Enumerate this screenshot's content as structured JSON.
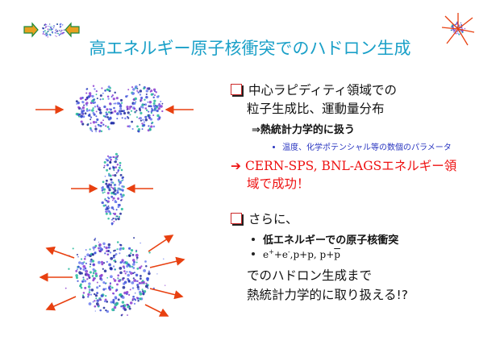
{
  "slide": {
    "title": "高エネルギー原子核衝突でのハドロン生成",
    "bullets": {
      "b1_line1": "中心ラピディティ領域での",
      "b1_line2": "粒子生成比、運動量分布",
      "b1_sub_arrow": "⇒",
      "b1_sub": "熱統計力学的に扱う",
      "b1_subsub": "温度、化学ポテンシャル等の数個のパラメータ",
      "success_arrow": "➔",
      "success_line1": "CERN-SPS, BNL-AGSエネルギー領",
      "success_line2": "域で成功！",
      "b2_line1": "さらに、",
      "b2_item1": "低エネルギーでの原子核衝突",
      "b2_item2_a": "e",
      "b2_item2_sup1": "+",
      "b2_item2_b": "+e",
      "b2_item2_sup2": "-",
      "b2_item2_c": ",p+p, p+",
      "b2_item2_pbar": "p",
      "b2_line2": "でのハドロン生成まで",
      "b2_line3": "熱統計力学的に取り扱える!?"
    }
  },
  "colors": {
    "title": "#1aa0c8",
    "highlight": "#ee1111",
    "arrow": "#e84010",
    "particles": [
      "#3a4bd6",
      "#6a7bf0",
      "#25b89a",
      "#8a3ad0",
      "#1e2a9a"
    ]
  },
  "icons": [
    "collision-before-icon",
    "collision-after-icon",
    "incoming-arrow-icon",
    "outgoing-arrow-icon"
  ]
}
